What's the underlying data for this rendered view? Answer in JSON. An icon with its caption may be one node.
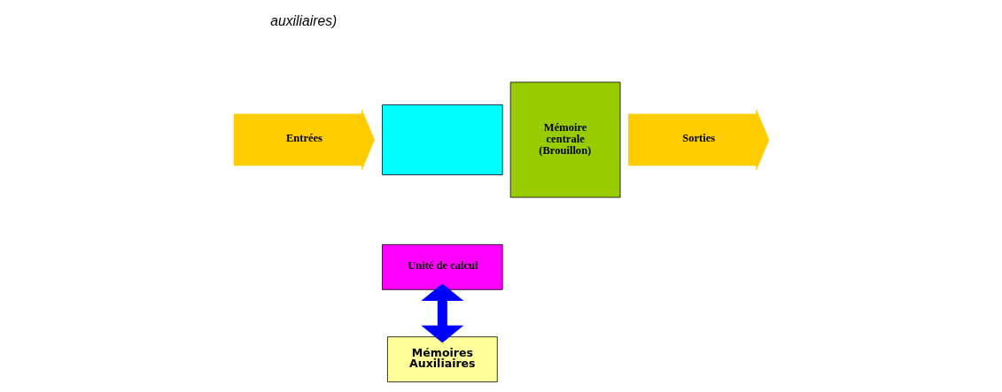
{
  "diagram": {
    "nodes": [
      {
        "text": [
          "Entrées"
        ]
      },
      {
        "text": [],
        "shape": "box"
      },
      {
        "text": [
          "Unité de calcul"
        ]
      },
      {
        "text": [
          "Mémoire centrale (Brouillon)"
        ]
      },
      {
        "text": [
          "Sorties"
        ]
      },
      {
        "text": [
          "Mémoires Auxiliaires"
        ]
      }
    ],
    "edges": [
      {
        "from": 5,
        "to": 2,
        "arrow": "both",
        "color": "#0000ff"
      }
    ],
    "labels": [
      "auxiliaires)"
    ]
  }
}
